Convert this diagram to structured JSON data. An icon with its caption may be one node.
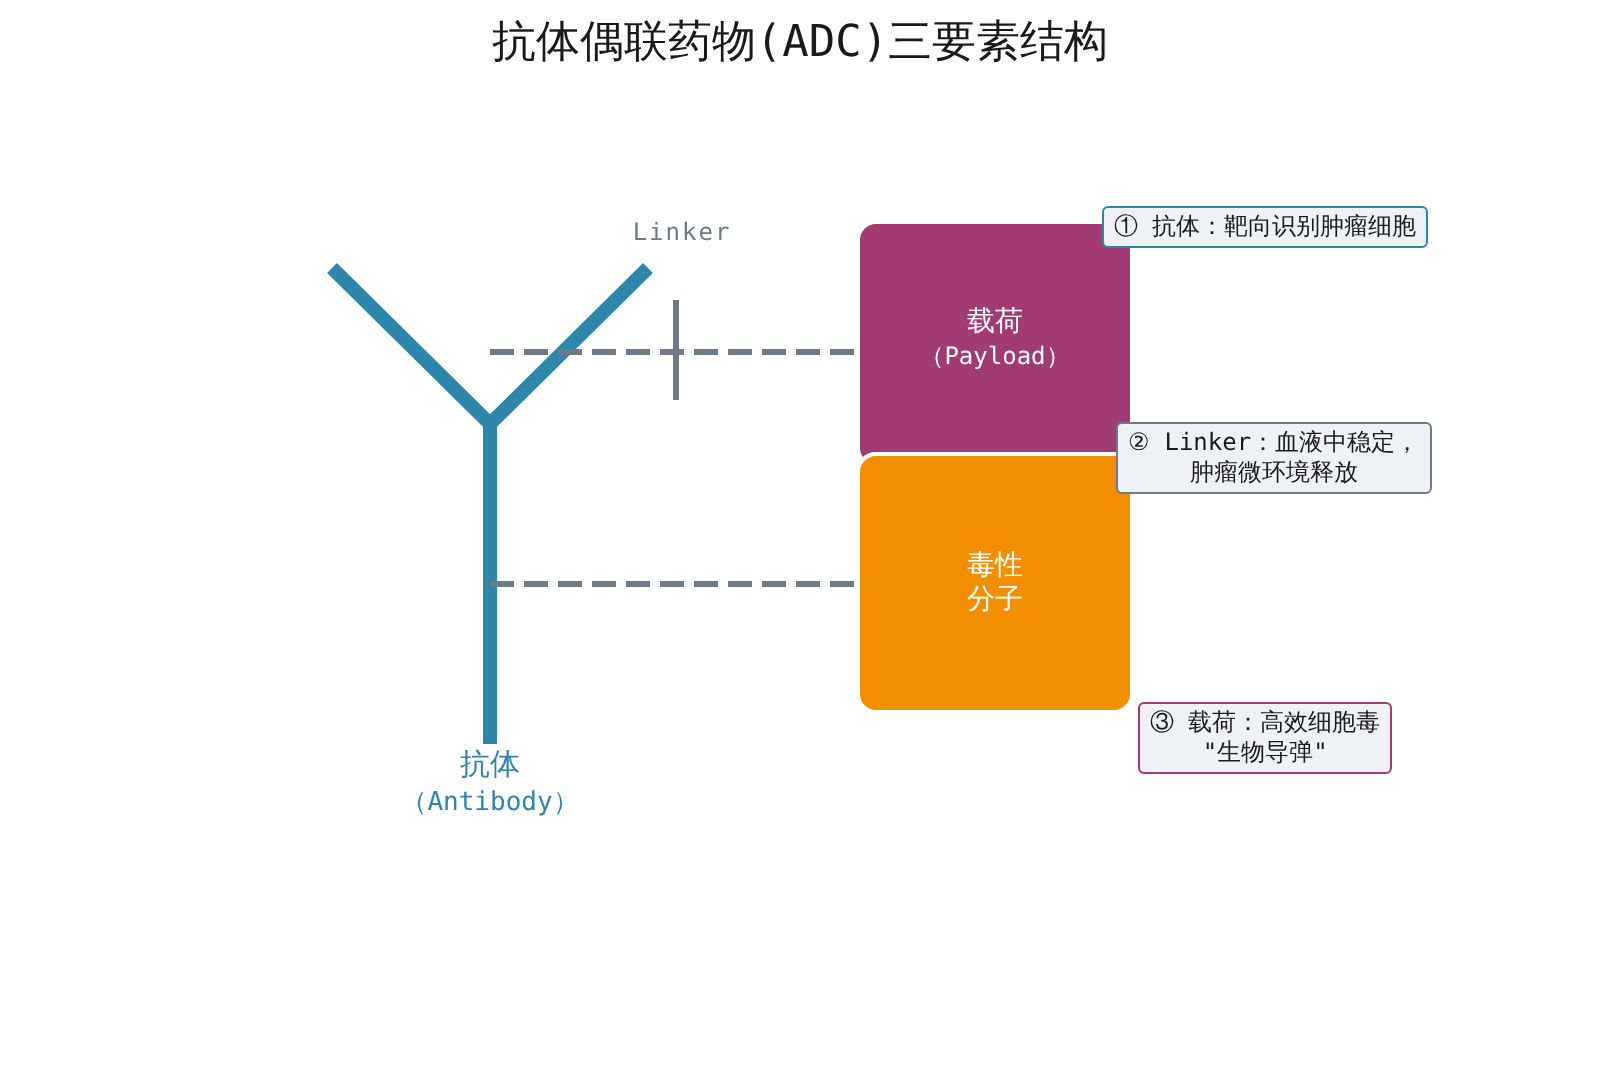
{
  "diagram": {
    "title": "抗体偶联药物(ADC)三要素结构",
    "nodes": [
      {
        "text": [
          "抗体",
          "（Antibody）"
        ]
      },
      {
        "text": [
          "载荷",
          "（Payload）"
        ]
      },
      {
        "text": [
          "毒性分子"
        ]
      },
      {
        "text": [
          "① 抗体：靶向识别肿瘤细胞"
        ]
      },
      {
        "text": [
          "② Linker：血液中稳定，肿瘤微环境释放"
        ]
      },
      {
        "text": [
          "③ 载荷：高效细胞毒\"生物导弹\""
        ]
      }
    ],
    "edges": [
      {
        "from": 0,
        "to": 1,
        "arrow": "none",
        "style": "dashed"
      },
      {
        "from": 0,
        "to": 2,
        "arrow": "none",
        "style": "dashed"
      }
    ],
    "labels": [
      "Linker"
    ]
  }
}
